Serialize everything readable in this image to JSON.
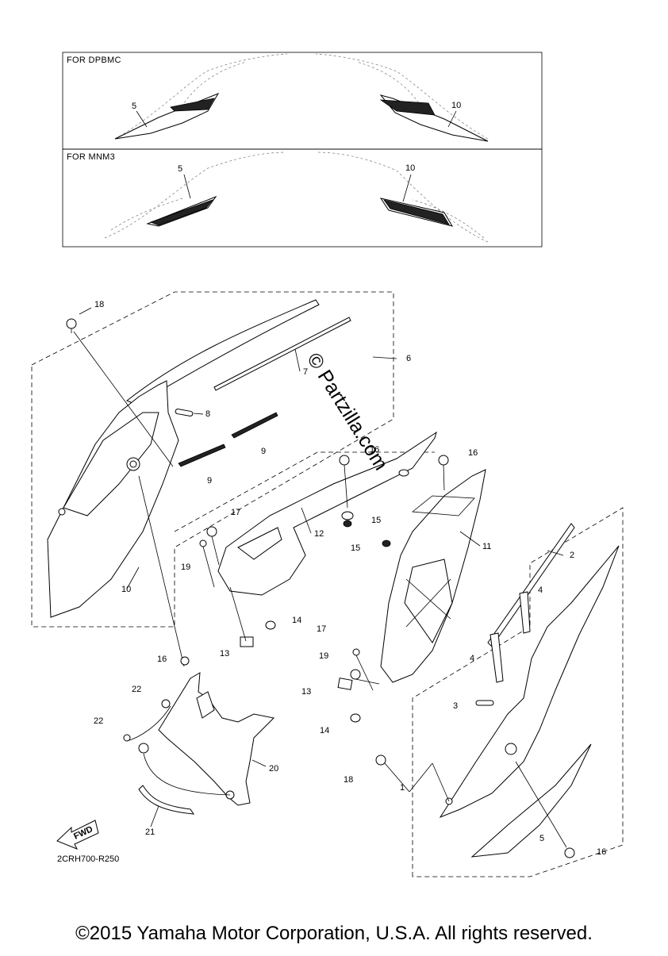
{
  "insets": [
    {
      "label": "FOR DPBMC",
      "callouts": [
        "5",
        "10"
      ]
    },
    {
      "label": "FOR MNM3",
      "callouts": [
        "5",
        "10"
      ]
    }
  ],
  "callouts": [
    "1",
    "2",
    "3",
    "4",
    "4",
    "5",
    "6",
    "7",
    "8",
    "9",
    "9",
    "10",
    "11",
    "12",
    "13",
    "13",
    "14",
    "14",
    "15",
    "15",
    "16",
    "16",
    "16",
    "16",
    "17",
    "17",
    "18",
    "18",
    "19",
    "19",
    "20",
    "21",
    "22",
    "22"
  ],
  "fwd_label": "FWD",
  "diagram_code": "2CRH700-R250",
  "watermark": "© Partzilla.com",
  "copyright": "©2015 Yamaha Motor Corporation, U.S.A. All rights reserved."
}
